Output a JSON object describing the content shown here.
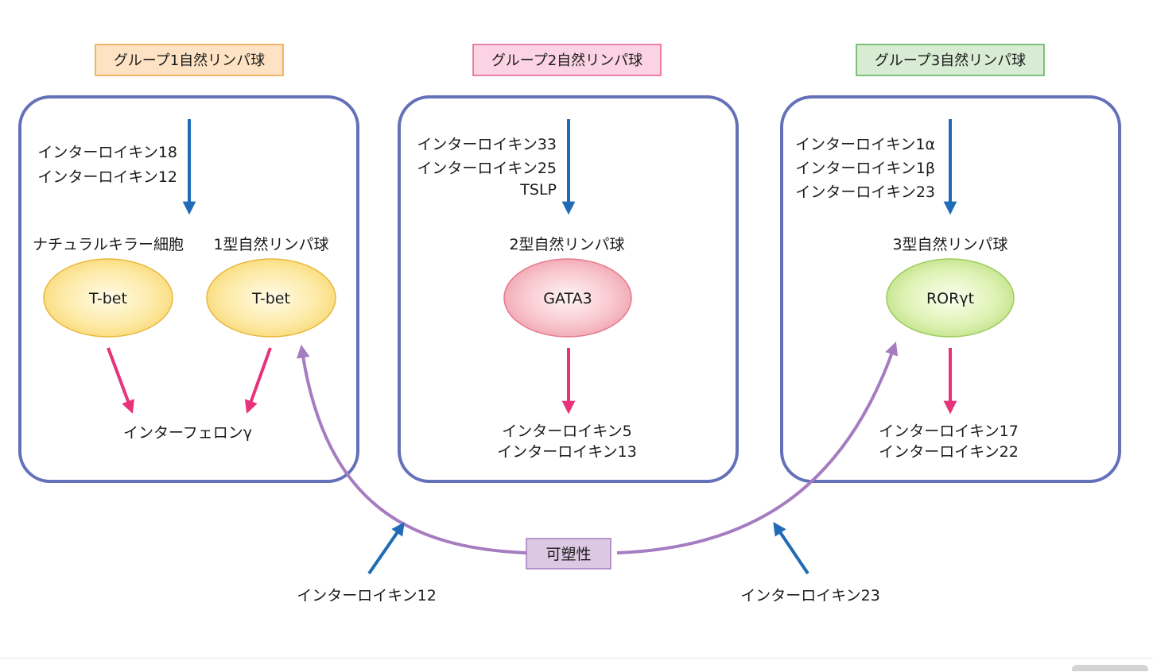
{
  "groups": {
    "g1": {
      "header": "グループ1自然リンパ球",
      "inputs": [
        "インターロイキン18",
        "インターロイキン12"
      ],
      "left_cell": {
        "label": "ナチュラルキラー細胞",
        "factor": "T-bet"
      },
      "right_cell": {
        "label": "1型自然リンパ球",
        "factor": "T-bet"
      },
      "outputs": [
        "インターフェロンγ"
      ]
    },
    "g2": {
      "header": "グループ2自然リンパ球",
      "inputs": [
        "インターロイキン33",
        "インターロイキン25",
        "TSLP"
      ],
      "cell": {
        "label": "2型自然リンパ球",
        "factor": "GATA3"
      },
      "outputs": [
        "インターロイキン5",
        "インターロイキン13"
      ]
    },
    "g3": {
      "header": "グループ3自然リンパ球",
      "inputs": [
        "インターロイキン1α",
        "インターロイキン1β",
        "インターロイキン23"
      ],
      "cell": {
        "label": "3型自然リンパ球",
        "factor": "RORγt"
      },
      "outputs": [
        "インターロイキン17",
        "インターロイキン22"
      ]
    }
  },
  "plasticity": {
    "label": "可塑性",
    "left_input": "インターロイキン12",
    "right_input": "インターロイキン23"
  },
  "colors": {
    "box_border": "#6470b8",
    "input_arrow": "#1f6bb5",
    "output_arrow": "#e6337a",
    "plasticity_arrow": "#a67cc0",
    "g1_header_fill": "#fde3c3",
    "g1_header_border": "#f0a23c",
    "g2_header_fill": "#fcd3e3",
    "g2_header_border": "#e85c94",
    "g3_header_fill": "#d7ecd3",
    "g3_header_border": "#58b05a"
  }
}
